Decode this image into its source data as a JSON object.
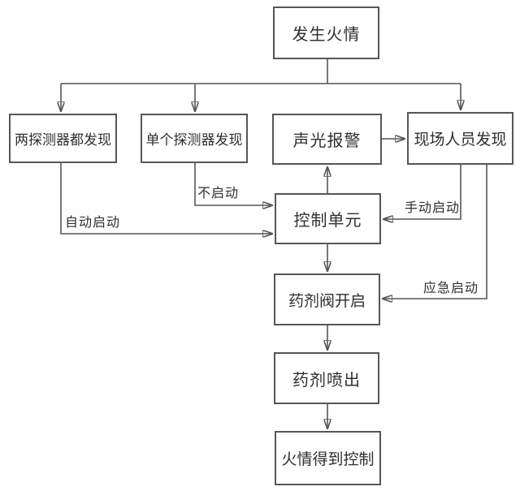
{
  "diagram": {
    "type": "flowchart",
    "language": "zh-CN",
    "subject": "fire suppression system activation flow",
    "colors": {
      "background": "#ffffff",
      "line": "#565656",
      "text": "#2f2f2f",
      "arrowhead": "#1a1a1a"
    },
    "nodes": [
      {
        "id": "fire-occurs",
        "label": "发生火情"
      },
      {
        "id": "both-detectors",
        "label": "两探测器都发现"
      },
      {
        "id": "single-detector",
        "label": "单个探测器发现"
      },
      {
        "id": "alarm",
        "label": "声光报警"
      },
      {
        "id": "personnel",
        "label": "现场人员发现"
      },
      {
        "id": "control-unit",
        "label": "控制单元"
      },
      {
        "id": "valve-open",
        "label": "药剂阀开启"
      },
      {
        "id": "agent-spray",
        "label": "药剂喷出"
      },
      {
        "id": "fire-controlled",
        "label": "火情得到控制"
      }
    ],
    "edges": [
      {
        "from": "fire-occurs",
        "to": "both-detectors",
        "label": ""
      },
      {
        "from": "fire-occurs",
        "to": "single-detector",
        "label": ""
      },
      {
        "from": "fire-occurs",
        "to": "personnel",
        "label": ""
      },
      {
        "from": "alarm",
        "to": "personnel",
        "label": ""
      },
      {
        "from": "control-unit",
        "to": "alarm",
        "label": ""
      },
      {
        "from": "both-detectors",
        "to": "control-unit",
        "label": "自动启动"
      },
      {
        "from": "single-detector",
        "to": "control-unit",
        "label": "不启动"
      },
      {
        "from": "personnel",
        "to": "control-unit",
        "label": "手动启动"
      },
      {
        "from": "personnel",
        "to": "valve-open",
        "label": "应急启动"
      },
      {
        "from": "control-unit",
        "to": "valve-open",
        "label": ""
      },
      {
        "from": "valve-open",
        "to": "agent-spray",
        "label": ""
      },
      {
        "from": "agent-spray",
        "to": "fire-controlled",
        "label": ""
      }
    ]
  }
}
